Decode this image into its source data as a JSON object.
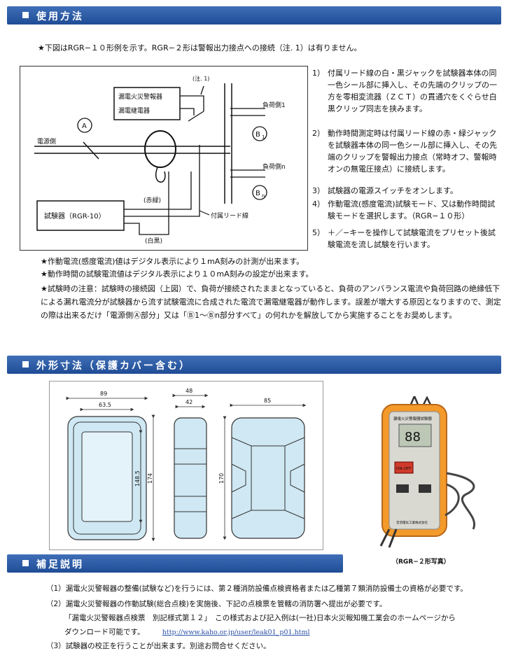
{
  "sections": {
    "usage": "使用方法",
    "dimensions": "外形寸法（保護カバー含む）",
    "supplement": "補足説明"
  },
  "intro_note": "★下図はRGR−１０形例を示す。RGR−２形は警報出力接点への接続（注. 1）は有りません。",
  "diagram": {
    "note": "(注. 1)",
    "leakage_alarm": "漏電火災警報器",
    "leakage_relay": "漏電継電器",
    "circle_a": "A",
    "circle_b1": "B",
    "circle_b1_sub": "1",
    "circle_bn": "B",
    "circle_bn_sub": "n",
    "power_side": "電源側",
    "load_1": "負荷側1",
    "load_n": "負荷側n",
    "red_green": "(赤緑)",
    "white_black": "(白黒)",
    "lead_wire": "付属リード線",
    "tester": "試験器（RGR-10）"
  },
  "steps": [
    {
      "num": "1）",
      "text": "付属リード線の白・黒ジャックを試験器本体の同一色シール部に挿入し、その先端のクリップの一方を零相変流器（ＺＣＴ）の貫通穴をくぐらせ白黒クリップ同志を挟みます。"
    },
    {
      "num": "2）",
      "text": "動作時間測定時は付属リード線の赤・緑ジャックを試験器本体の同一色シール部に挿入し、その先端のクリップを警報出力接点（常時オフ、警報時オンの無電圧接点）に接続します。"
    },
    {
      "num": "3）",
      "text": "試験器の電源スイッチをオンします。"
    },
    {
      "num": "4）",
      "text": "作動電流(感度電流)試験モード、又は動作時間試験モードを選択します。（RGR−１０形）"
    },
    {
      "num": "5）",
      "text": "＋／−キーを操作して試験電流をプリセット後試験電流を流し試験を行います。"
    }
  ],
  "notes": [
    "★作動電流(感度電流)値はデジタル表示により１mA刻みの計測が出来ます。",
    "★動作時間の試験電流値はデジタル表示により１０mA刻みの設定が出来ます。",
    "★試験時の注意：試験時の接続図（上図）で、負荷が接続されたままとなっていると、負荷のアンバランス電流や負荷回路の絶縁低下による漏れ電流分が試験器から流す試験電流に合成された電流で漏電継電器が動作します。誤差が増大する原因となりますので、測定の際は出来るだけ「電源側Ⓐ部分」又は「Ⓑ1〜Ⓑn部分すべて」の何れかを解放してから実施することをお奨めします。"
  ],
  "dims": {
    "front_w": "89",
    "front_inner_w": "63.5",
    "front_inner_h": "148.5",
    "front_h": "174",
    "side_w": "48",
    "side_inner_w": "42",
    "back_w": "85",
    "back_h": "170"
  },
  "photo": {
    "caption": "（RGR−２形写真）",
    "device_title": "漏電火災警報器試験器",
    "display": "88",
    "button": "ON-OFF",
    "maker": "音羽電気工業株式会社"
  },
  "supplement": [
    {
      "num": "（1）",
      "text": "漏電火災警報器の整備(試験など)を行うには、第２種消防設備点検資格者または乙種第７類消防設備士の資格が必要です。"
    },
    {
      "num": "（2）",
      "text": "漏電火災警報器の作動試験(総合点検)を実施後、下記の点検票を管轄の消防署へ提出が必要です。"
    },
    {
      "num": "",
      "text": "「漏電火災警報器点検票　別記様式第１２」　この様式および記入例は(一社)日本火災報知機工業会のホームページから"
    },
    {
      "num": "",
      "text": "ダウンロード可能です。"
    },
    {
      "num": "（3）",
      "text": "試験器の校正を行うことが出来ます。別途お問合せください。"
    }
  ],
  "url": "http://www.kaho.or.jp/user/leak01_p01.html"
}
